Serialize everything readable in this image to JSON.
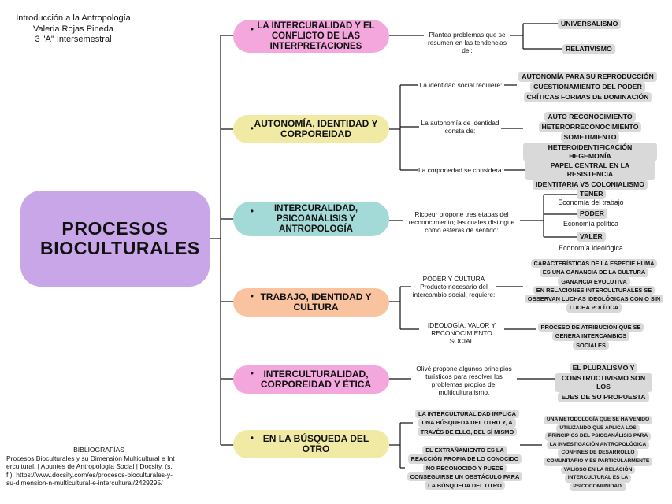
{
  "header": {
    "line1": "Introducción a la Antropología",
    "line2": "Valeria Rojas Pineda",
    "line3": "3 \"A\" Intersemestral"
  },
  "central": {
    "title": "PROCESOS BIOCULTURALES"
  },
  "colors": {
    "central": "#c9a6e8",
    "pink": "#f4a7dd",
    "yellow": "#f1eaa4",
    "teal": "#a3d9d7",
    "peach": "#f9c3a0",
    "highlight": "#d9d9d9"
  },
  "topics": [
    {
      "label": "LA INTERCURALIDAD Y EL CONFLICTO DE LAS INTERPRETACIONES",
      "branches": [
        {
          "label": "Plantea problemas que se resumen en las tendencias del:",
          "items": [
            "UNIVERSALISMO",
            "RELATIVISMO"
          ]
        }
      ]
    },
    {
      "label": "AUTONOMÍA, IDENTIDAD Y CORPOREIDAD",
      "branches": [
        {
          "label": "La identidad social requiere:",
          "items": [
            "AUTONOMÍA PARA SU REPRODUCCIÓN",
            "CUESTIONAMIENTO DEL PODER",
            "CRÍTICAS FORMAS DE DOMINACIÓN"
          ]
        },
        {
          "label": "La autonomía de identidad consta de:",
          "items": [
            "AUTO RECONOCIMIENTO",
            "HETERORRECONOCIMIENTO",
            "SOMETIMIENTO",
            "HETEROIDENTIFICACIÓN HEGEMONÍA"
          ]
        },
        {
          "label": "La corporiedad se considera:",
          "items": [
            "PAPEL CENTRAL EN LA RESISTENCIA",
            "IDENTITARIA VS  COLONIALISMO"
          ]
        }
      ]
    },
    {
      "label": "INTERCURALIDAD, PSICOANÁLISIS Y ANTROPOLOGÍA",
      "branches": [
        {
          "label": "Ricoeur propone tres etapas del reconocimiento; las cuales distingue como esferas de sentido:",
          "items": [
            {
              "term": "TENER",
              "desc": "Economía del trabajo"
            },
            {
              "term": "PODER",
              "desc": "Economía política"
            },
            {
              "term": "VALER",
              "desc": "Economía ideológica"
            }
          ]
        }
      ]
    },
    {
      "label": "TRABAJO, IDENTIDAD Y CULTURA",
      "branches": [
        {
          "label": "PODER Y CULTURA\nProducto necesario del intercambio social, requiere:",
          "items": [
            "CARACTERÍSTICAS DE LA ESPECIE HUMA",
            "ES UNA GANANCIA DE LA CULTURA",
            "GANANCIA EVOLUTIVA",
            "EN RELACIONES INTERCULTURALES SE",
            "OBSERVAN LUCHAS IDEOLÓGICAS CON O SIN",
            "LUCHA POLÍTICA"
          ]
        },
        {
          "label": "IDEOLOGÍA, VALOR Y RECONOCIMIENTO SOCIAL",
          "items": [
            "PROCESO DE ATRIBUCIÓN QUE SE",
            "GENERA INTERCAMBIOS",
            "SOCIALES"
          ]
        }
      ]
    },
    {
      "label": "INTERCULTURALIDAD, CORPOREIDAD Y ÉTICA",
      "branches": [
        {
          "label": "Olivé propone algunos principios turísticos para resolver los problemas propios del multiculturalismo.",
          "items": [
            "EL PLURALISMO Y",
            "CONSTRUCTIVISMO SON LOS",
            "EJES DE SU PROPUESTA"
          ]
        }
      ]
    },
    {
      "label": "EN LA BÚSQUEDA DEL OTRO",
      "branches": [
        {
          "items": [
            "LA INTERCULTURALIDAD IMPLICA",
            "UNA BÚSQUEDA DEL OTRO Y, A",
            "TRAVÉS DE ELLO, DEL SÍ MISMO"
          ]
        },
        {
          "items": [
            "EL EXTRAÑAMIENTO ES LA",
            "REACCIÓN PROPIA DE LO CONOCIDO",
            "NO RECONOCIDO Y PUEDE",
            "CONSEGUIRSE UN OBSTÁCULO PARA",
            "LA BÚSQUEDA DEL OTRO"
          ]
        },
        {
          "items": [
            "UNA METODOLOGÍA QUE SE HA VENIDO",
            "UTILIZANDO QUE APLICA LOS",
            "PRINCIPIOS DEL PSICOANÁLISIS PARA",
            "LA INVESTIGACIÓN ANTROPOLÓGICA",
            "CONFINES DE DESARROLLO",
            "COMUNITARIO Y ES PARTICULARMENTE",
            "VALIOSO EN LA RELACIÓN",
            "INTERCULTURAL ES LA",
            "PSICOCOMUNIDAD."
          ]
        }
      ]
    }
  ],
  "bibliography": {
    "title": "BIBLIOGRAFÍAS",
    "text": "Procesos Bioculturales y su Dimensión Multicultural e Intercultural. | Apuntes de Antropología Social | Docsity. (s. f.). https://www.docsity.com/es/procesos-bioculturales-y-su-dimension-n-multicultural-e-intercultural/2429295/"
  }
}
